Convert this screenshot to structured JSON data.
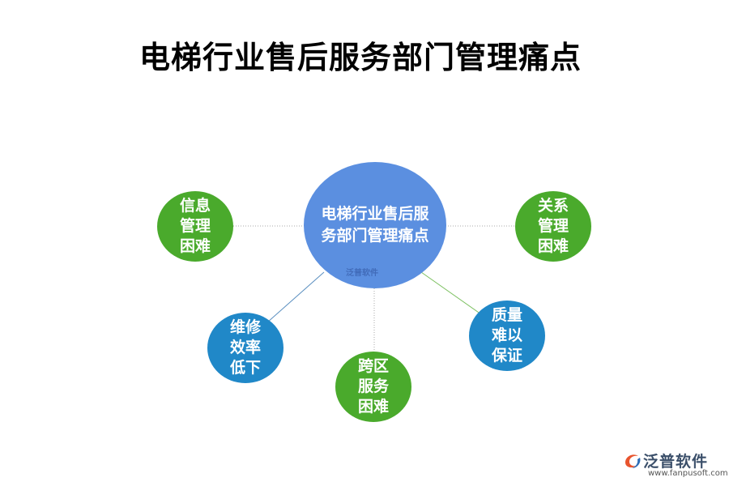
{
  "title": "电梯行业售后服务部门管理痛点",
  "center": {
    "label": "电梯行业售后服务部门管理痛点",
    "watermark": "泛普软件"
  },
  "nodes": {
    "info": "信息\n管理\n困难",
    "relation": "关系\n管理\n困难",
    "maintenance": "维修\n效率\n低下",
    "cross_region": "跨区\n服务\n困难",
    "quality": "质量\n难以\n保证"
  },
  "colors": {
    "center": "#5b8fe0",
    "green": "#4aaa2c",
    "blue": "#2088c8"
  },
  "logo": {
    "brand": "泛普软件",
    "url": "www.fanpusoft.com"
  }
}
